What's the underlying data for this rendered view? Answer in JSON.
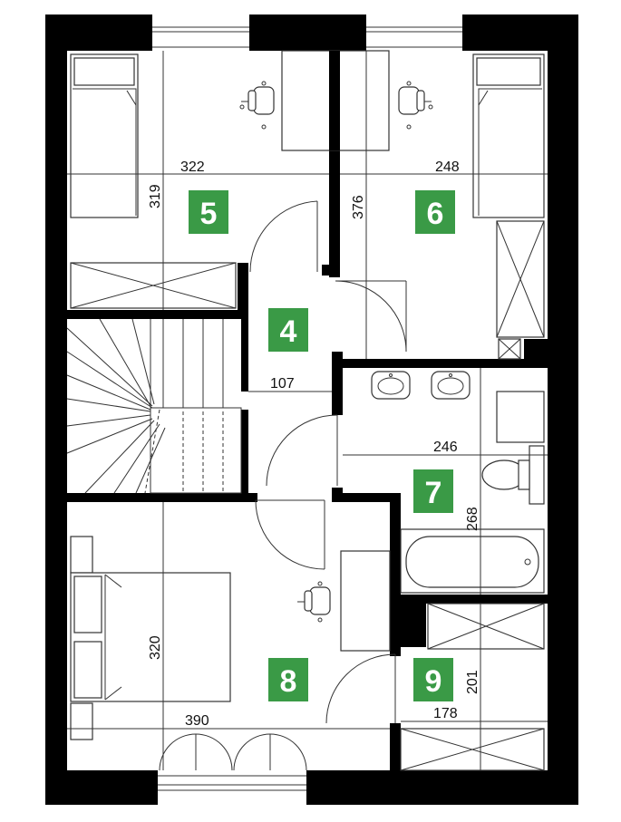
{
  "rooms": [
    {
      "id": "5"
    },
    {
      "id": "6"
    },
    {
      "id": "4"
    },
    {
      "id": "7"
    },
    {
      "id": "8"
    },
    {
      "id": "9"
    }
  ],
  "dimensions": {
    "room5_width": "322",
    "room5_height": "319",
    "room6_width": "248",
    "room6_height": "376",
    "hall_width": "107",
    "bath_width": "246",
    "bath_height": "268",
    "room8_height": "320",
    "room8_width": "390",
    "room9_width": "178",
    "room9_height": "201"
  },
  "colors": {
    "wall": "#000000",
    "badge": "#3a9a46",
    "badge_text": "#ffffff",
    "line": "#333333"
  }
}
